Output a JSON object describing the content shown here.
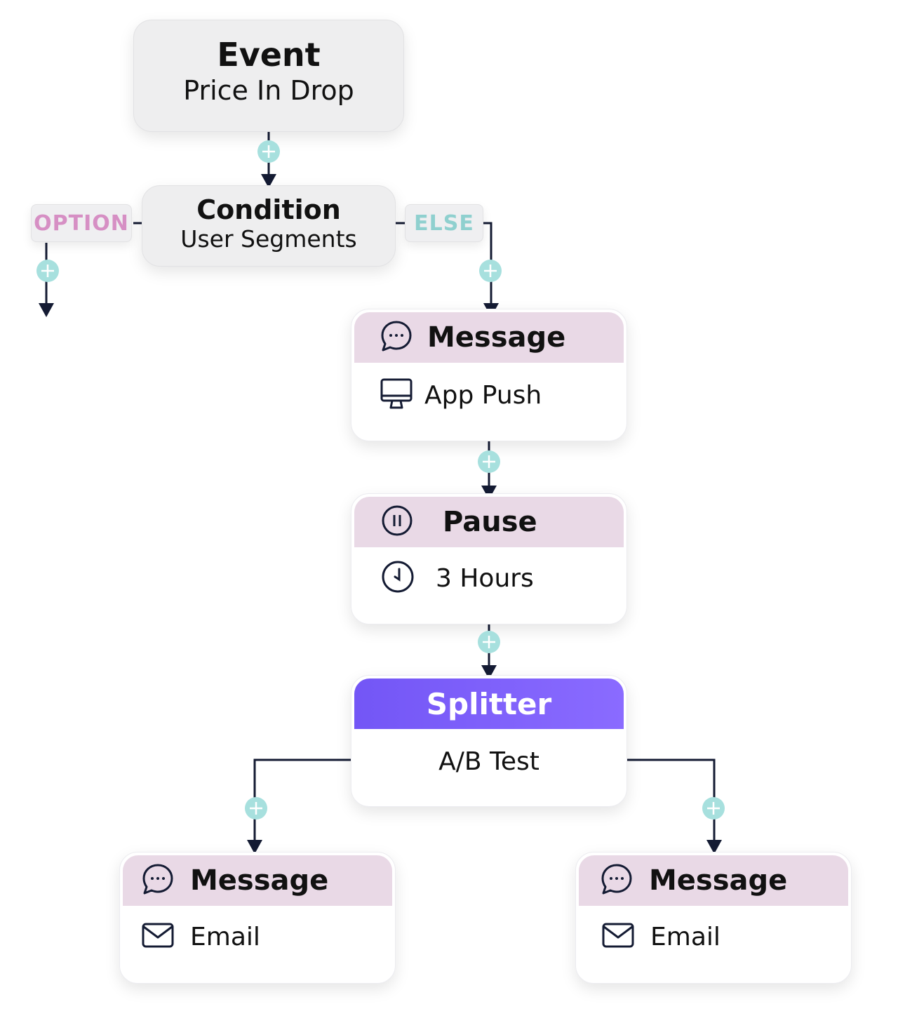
{
  "colors": {
    "message_header": "#e9d9e6",
    "splitter_header": "#7b61ff",
    "option_label": "#d68fc4",
    "else_label": "#8fd0cf",
    "plus_button": "#a7e0de",
    "connector": "#141b33"
  },
  "event": {
    "title": "Event",
    "subtitle": "Price In Drop"
  },
  "condition": {
    "title": "Condition",
    "subtitle": "User Segments",
    "option_label": "OPTION",
    "else_label": "ELSE"
  },
  "message_app_push": {
    "title": "Message",
    "title_icon": "chat-bubble-icon",
    "channel": "App Push",
    "channel_icon": "monitor-icon"
  },
  "pause": {
    "title": "Pause",
    "title_icon": "pause-circle-icon",
    "duration": "3 Hours",
    "duration_icon": "clock-icon"
  },
  "splitter": {
    "title": "Splitter",
    "subtitle": "A/B Test"
  },
  "message_email_a": {
    "title": "Message",
    "title_icon": "chat-bubble-icon",
    "channel": "Email",
    "channel_icon": "envelope-icon"
  },
  "message_email_b": {
    "title": "Message",
    "title_icon": "chat-bubble-icon",
    "channel": "Email",
    "channel_icon": "envelope-icon"
  }
}
